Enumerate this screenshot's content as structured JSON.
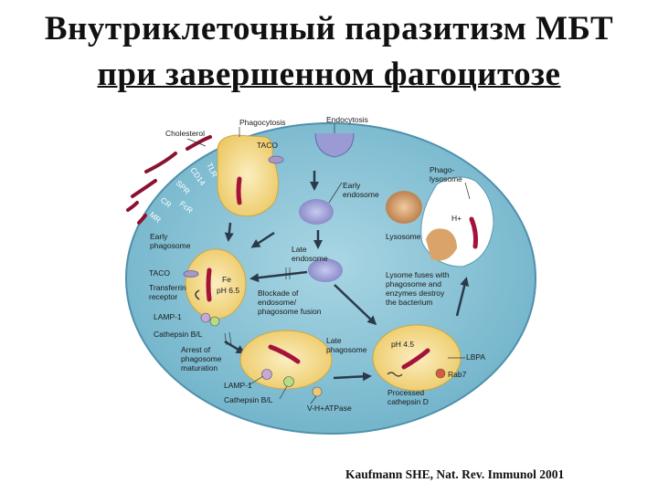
{
  "title": {
    "line1": "Внутриклеточный паразитизм МБТ",
    "line2": "при завершенном фагоцитозе"
  },
  "credit": "Kaufmann SHE, Nat. Rev. Immunol 2001",
  "colors": {
    "cell": "#8cc6d8",
    "cell_border": "#5a9bb5",
    "vesicle": "#f3dc8a",
    "bacterium": "#a5123a",
    "endosome": "#9a9bd4",
    "lysosome": "#d9a36a",
    "receptor_bar": "#8a1230"
  },
  "diagram": {
    "receptors": {
      "cholesterol": "Cholesterol",
      "tlr": "TLR",
      "cd14": "CD14",
      "spr": "SPR",
      "fcr": "FcR",
      "cr": "CR",
      "mr": "MR"
    },
    "phagocytosis": "Phagocytosis",
    "taco_top": "TACO",
    "endocytosis": "Endocytosis",
    "early_endosome": [
      "Early",
      "endosome"
    ],
    "phagolysosome": [
      "Phago-",
      "lysosome"
    ],
    "h_plus": "H+",
    "lysosome": "Lysosome",
    "early_phagosome": [
      "Early",
      "phagosome"
    ],
    "late_endosome": [
      "Late",
      "endosome"
    ],
    "taco_left": "TACO",
    "transferrin_receptor": [
      "Transferrin",
      "receptor"
    ],
    "lamp1_top": "LAMP-1",
    "cathepsin_top": "Cathepsin B/L",
    "fe": "Fe",
    "ph_65": "pH 6.5",
    "blockade": [
      "Blockade of",
      "endosome/",
      "phagosome fusion"
    ],
    "lysosome_fuses": [
      "Lysome fuses with",
      "phagosome and",
      "enzymes destroy",
      "the bacterium"
    ],
    "arrest": [
      "Arrest of",
      "phagosome",
      "maturation"
    ],
    "late_phagosome": [
      "Late",
      "phagosome"
    ],
    "ph_45": "pH 4.5",
    "lbpa": "LBPA",
    "rab7": "Rab7",
    "processed_cathepsin": [
      "Processed",
      "cathepsin D"
    ],
    "lamp1_bottom": "LAMP-1",
    "cathepsin_bottom": "Cathepsin B/L",
    "v_atpase": "V-H+ATPase"
  }
}
